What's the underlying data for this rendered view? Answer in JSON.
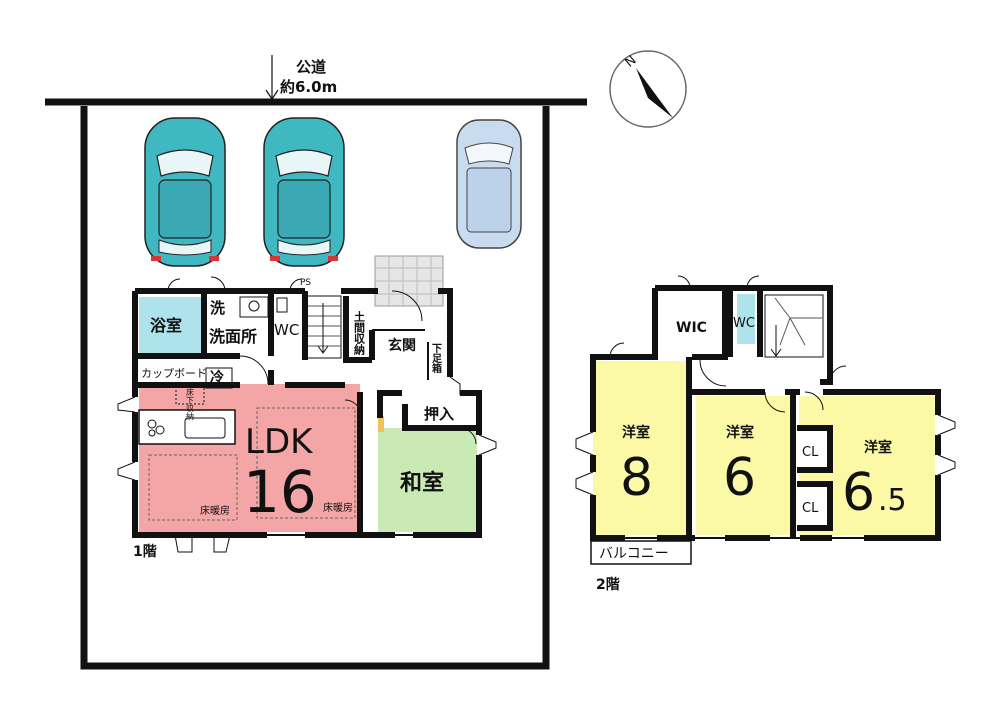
{
  "road": {
    "label": "公道",
    "width": "約6.0m"
  },
  "compass": {
    "north": "N"
  },
  "floor1": {
    "caption": "1階",
    "bath": "浴室",
    "wash_mark": "洗",
    "washroom": "洗面所",
    "wc": "WC",
    "ps": "PS",
    "doma_storage": "土間収納",
    "entrance": "玄関",
    "shoe_box": "下足箱",
    "cupboard": "カップボード",
    "fridge": "冷",
    "underfloor_storage": "床下収納",
    "ldk_label": "LDK",
    "ldk_size": "16",
    "floor_heating_1": "床暖房",
    "floor_heating_2": "床暖房",
    "oshiire": "押入",
    "washitsu": "和室"
  },
  "floor2": {
    "caption": "2階",
    "wic": "WIC",
    "wc": "WC",
    "room1_label": "洋室",
    "room1_size": "8",
    "room2_label": "洋室",
    "room2_size": "6",
    "room3_label": "洋室",
    "room3_size": "6",
    "room3_size_frac": ".5",
    "cl1": "CL",
    "cl2": "CL",
    "balcony": "バルコニー"
  },
  "colors": {
    "ldk": "#f4a6a6",
    "bath": "#aee3ec",
    "washitsu": "#c9eab4",
    "western": "#fbf8a6",
    "car_teal": "#3fb8c2",
    "car_light": "#c9dcef",
    "wall": "#111111"
  }
}
